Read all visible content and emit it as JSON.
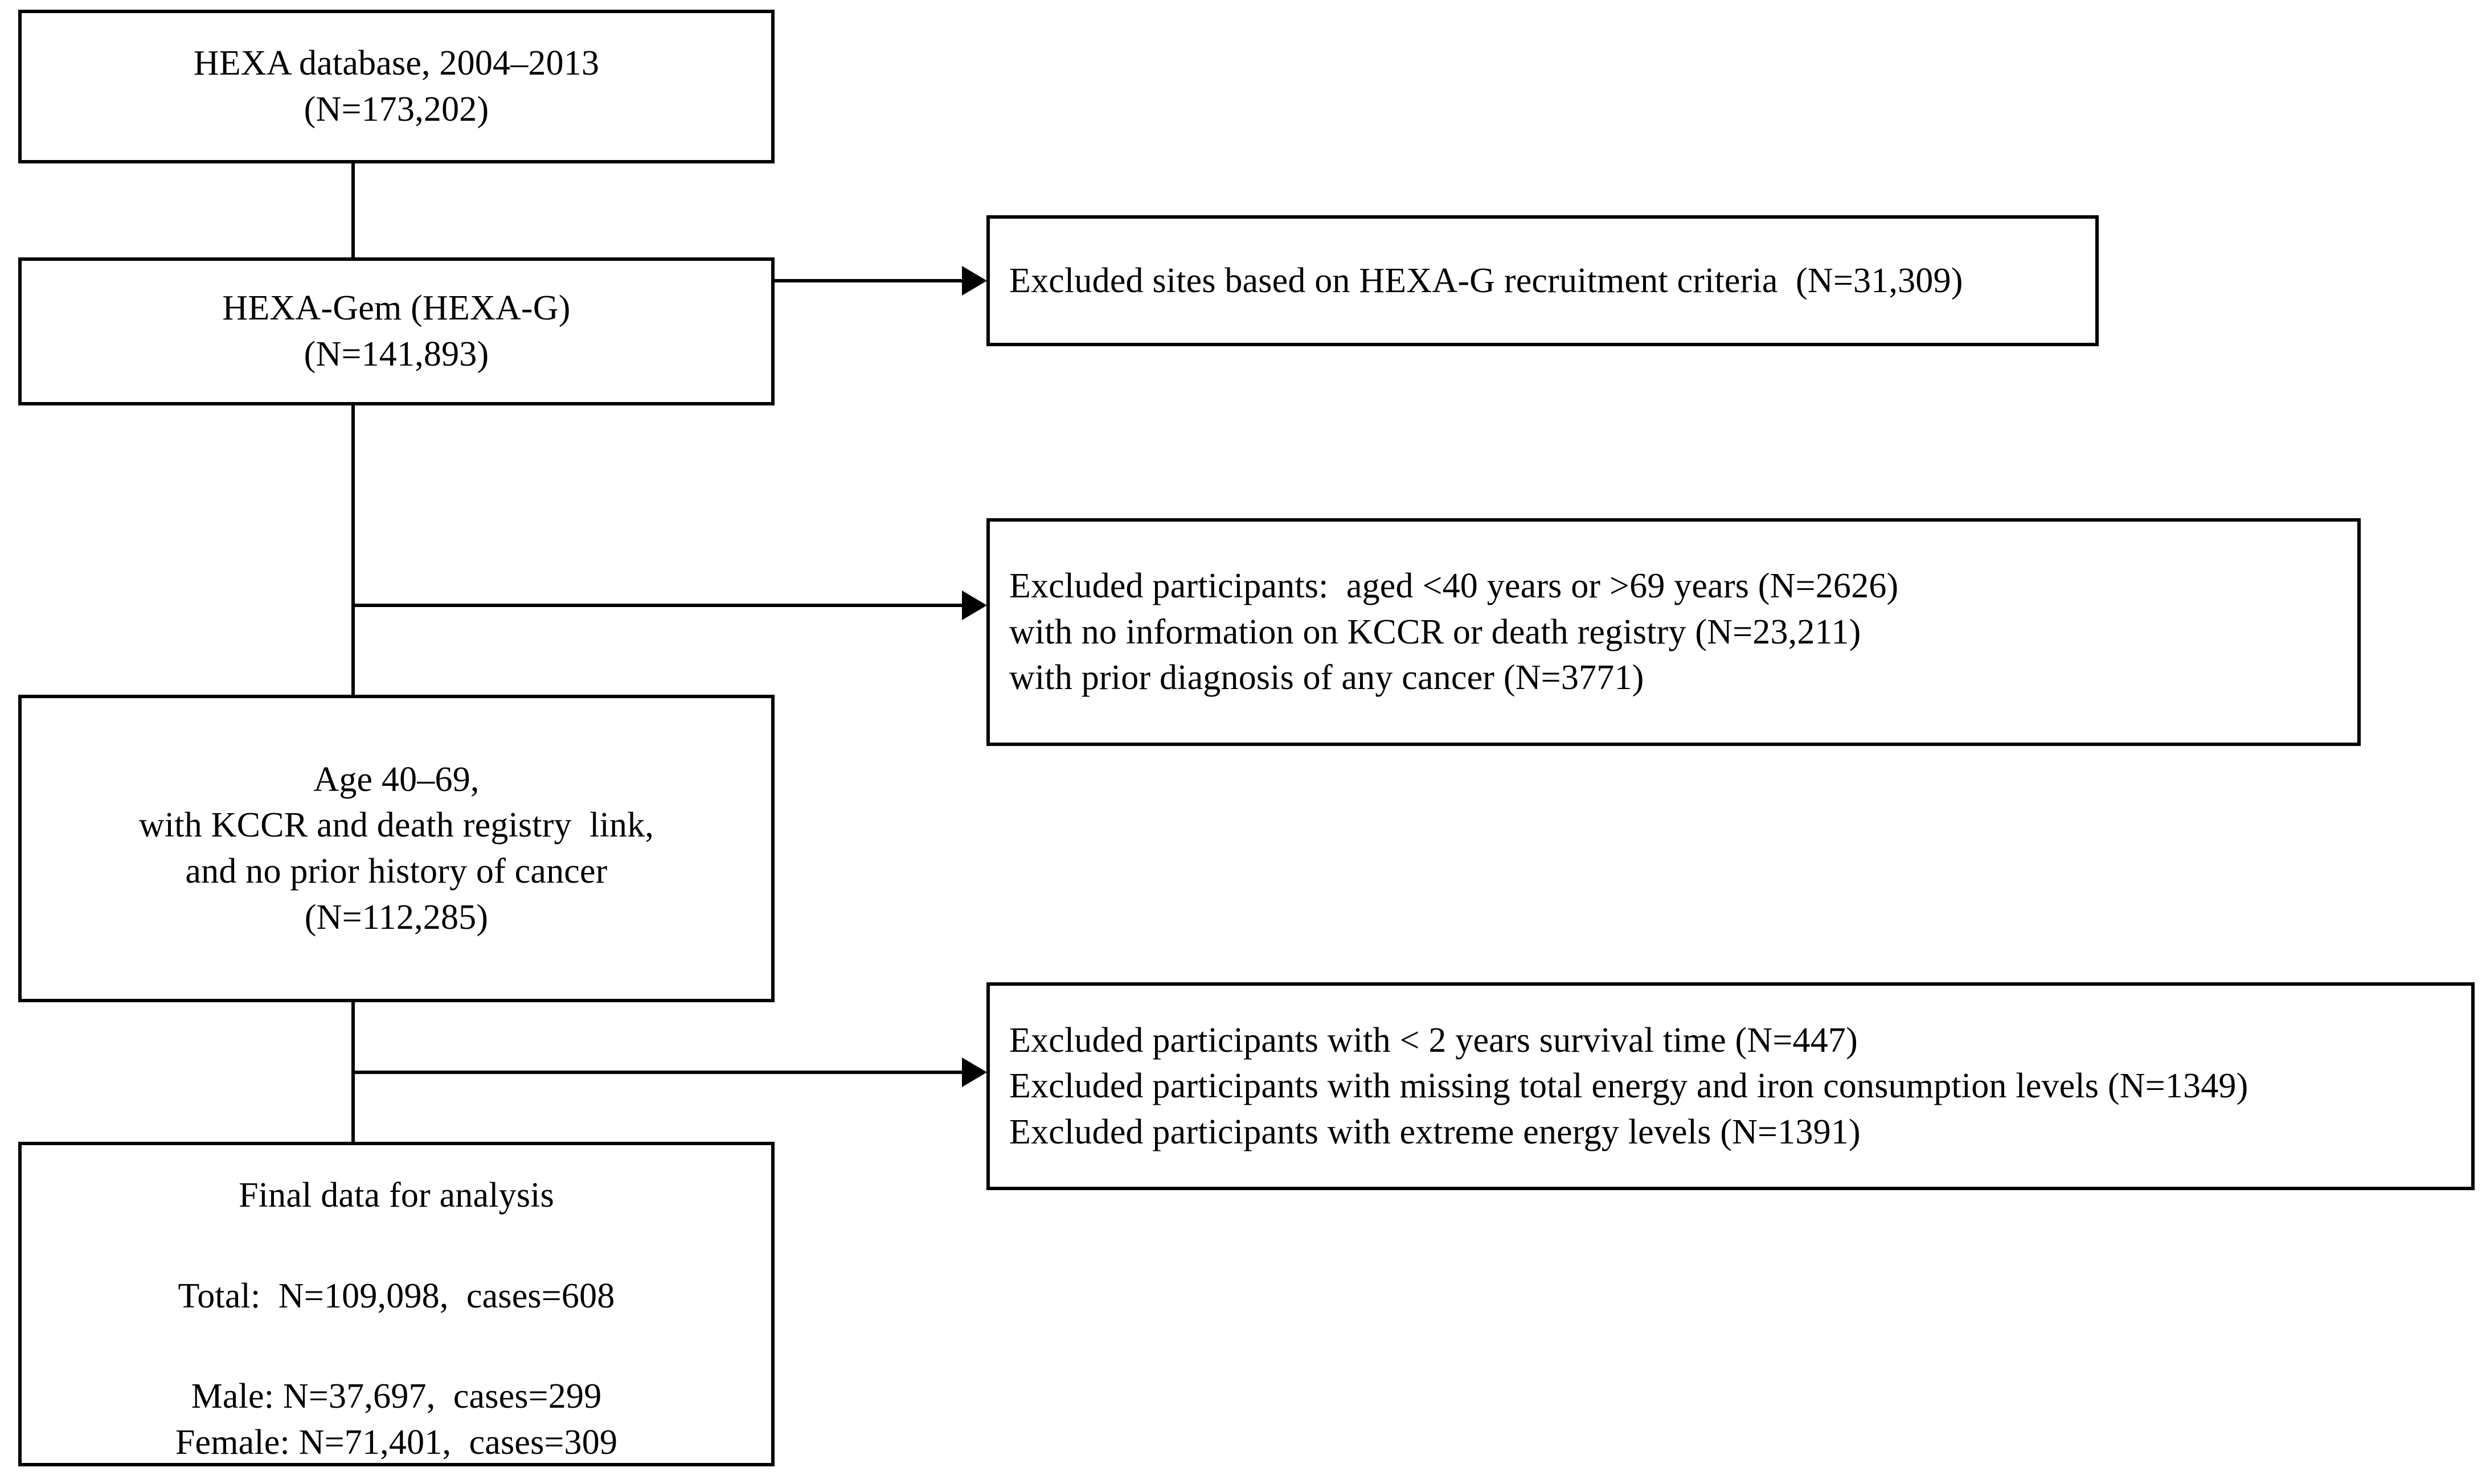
{
  "diagram": {
    "type": "study-participant-flowchart",
    "nodes": [
      {
        "id": "source-database",
        "lines": [
          "HEXA database, 2004–2013",
          "(N=173,202)"
        ]
      },
      {
        "id": "hexa-gem-cohort",
        "lines": [
          "HEXA-Gem (HEXA-G)",
          "(N=141,893)"
        ]
      },
      {
        "id": "eligible-cohort",
        "lines": [
          "Age 40–69,",
          "with KCCR and death registry  link,",
          "and no prior history of cancer",
          "(N=112,285)"
        ]
      },
      {
        "id": "final-analysis",
        "lines": [
          "Final data for analysis",
          "Total:  N=109,098,  cases=608",
          "Male: N=37,697,  cases=299",
          "Female: N=71,401,  cases=309"
        ]
      }
    ],
    "exclusions": [
      {
        "id": "exclusion-sites",
        "lines": [
          {
            "text": "Excluded sites based on HEXA-G recruitment criteria  (N=31,309)",
            "indent": false
          }
        ]
      },
      {
        "id": "exclusion-participants-eligibility",
        "lines": [
          {
            "text": "Excluded participants:  aged <40 years or >69 years (N=2626)",
            "indent": false
          },
          {
            "text": "with no information on KCCR or death registry (N=23,211)",
            "indent": true
          },
          {
            "text": "with prior diagnosis of any cancer (N=3771)",
            "indent": true
          }
        ]
      },
      {
        "id": "exclusion-participants-data",
        "lines": [
          {
            "text": "Excluded participants with < 2 years survival time (N=447)",
            "indent": false
          },
          {
            "text": "Excluded participants with missing total energy and iron consumption levels (N=1349)",
            "indent": false
          },
          {
            "text": "Excluded participants with extreme energy levels (N=1391)",
            "indent": false
          }
        ]
      }
    ],
    "colors": {
      "stroke": "#000000",
      "background": "#ffffff",
      "text": "#000000"
    }
  }
}
